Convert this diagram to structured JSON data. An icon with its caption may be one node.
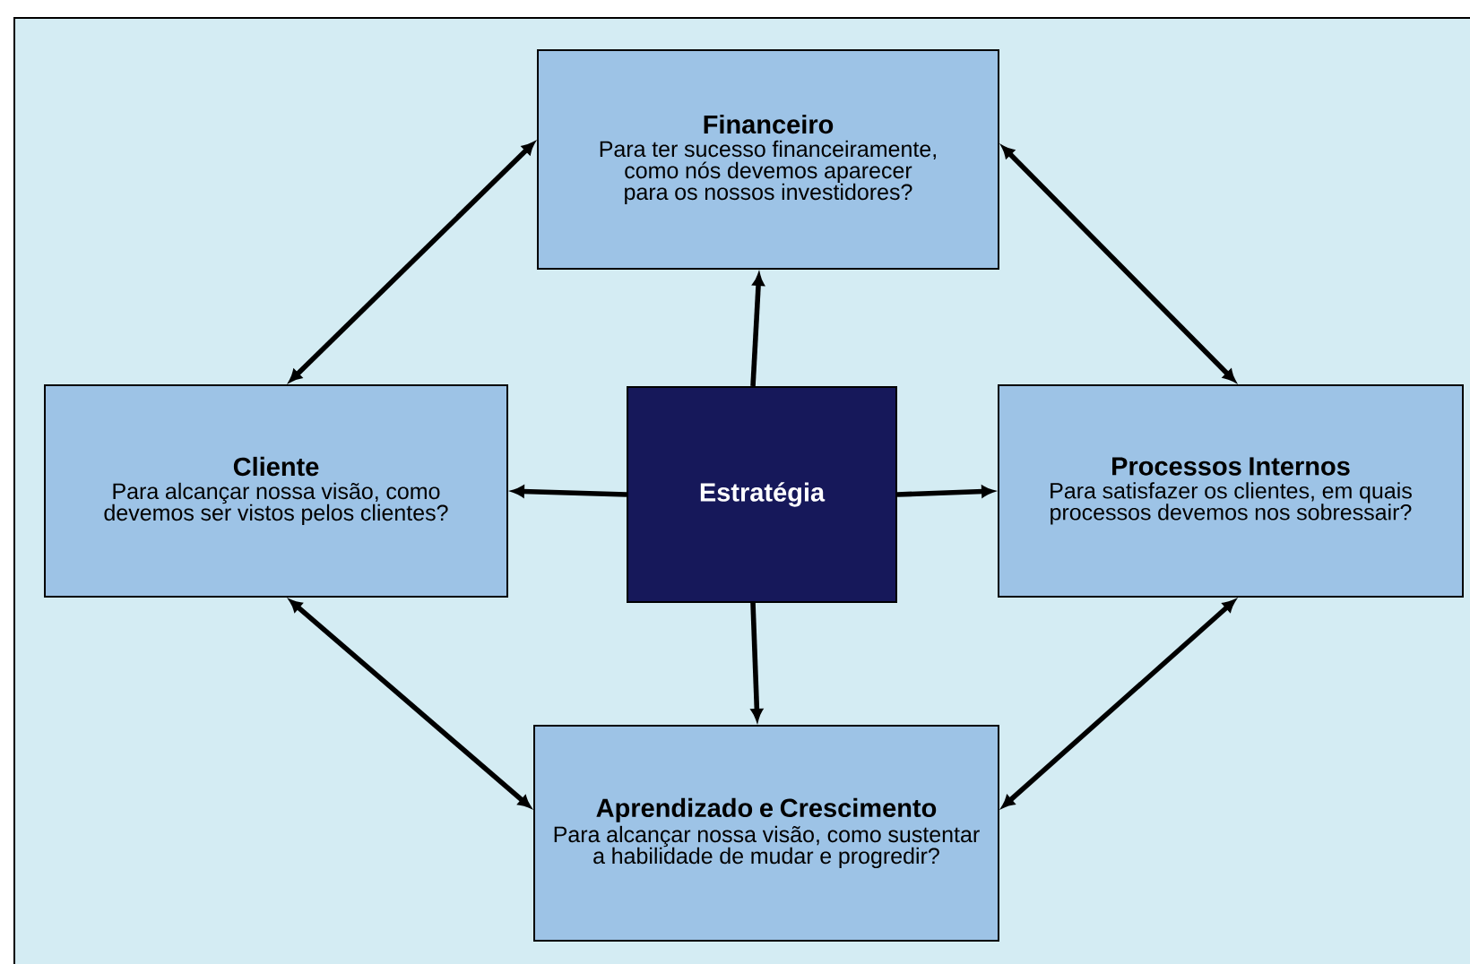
{
  "diagram": {
    "nodes": [
      {
        "text": [
          "Financeiro",
          "Para ter sucesso financeiramente, como nós devemos aparecer para os nossos investidores?"
        ]
      },
      {
        "text": [
          "Cliente",
          "Para alcançar nossa visão, como devemos ser vistos pelos clientes?"
        ]
      },
      {
        "text": [
          "Estratégia"
        ]
      },
      {
        "text": [
          "Processos Internos",
          "Para satisfazer os clientes, em quais processos devemos nos sobressair?"
        ]
      },
      {
        "text": [
          "Aprendizado e Crescimento",
          "Para alcançar nossa visão, como sustentar a habilidade de mudar e progredir?"
        ]
      }
    ],
    "edges": [
      {
        "from": 2,
        "to": 0,
        "arrow": "to"
      },
      {
        "from": 2,
        "to": 1,
        "arrow": "to"
      },
      {
        "from": 2,
        "to": 3,
        "arrow": "to"
      },
      {
        "from": 2,
        "to": 4,
        "arrow": "to"
      },
      {
        "from": 1,
        "to": 0,
        "arrow": "both"
      },
      {
        "from": 0,
        "to": 3,
        "arrow": "both"
      },
      {
        "from": 1,
        "to": 4,
        "arrow": "both"
      },
      {
        "from": 4,
        "to": 3,
        "arrow": "both"
      }
    ]
  }
}
